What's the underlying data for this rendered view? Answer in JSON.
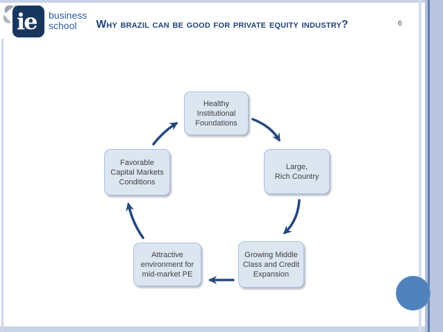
{
  "slide": {
    "title": "Why Brazil can be good for Private Equity Industry?",
    "page_number": "6"
  },
  "logo": {
    "monogram": "ie",
    "name_line1": "business",
    "name_line2": "school"
  },
  "cycle": {
    "direction": "clockwise",
    "nodes": [
      {
        "id": "healthy-institutional-foundations",
        "label": "Healthy\nInstitutional\nFoundations"
      },
      {
        "id": "large-rich-country",
        "label": "Large,\nRich Country"
      },
      {
        "id": "growing-middle-class-credit-expansion",
        "label": "Growing Middle\nClass and Credit\nExpansion"
      },
      {
        "id": "attractive-environment-mid-market-pe",
        "label": "Attractive\nenvironment for\nmid-market PE"
      },
      {
        "id": "favorable-capital-markets-conditions",
        "label": "Favorable\nCapital Markets\nConditions"
      }
    ]
  },
  "colors": {
    "title_text": "#1F4378",
    "arrow": "#26497B",
    "node_fill": "#DCE6F1",
    "node_border": "#A9C1DD",
    "accent_circle": "#4F81BD",
    "frame_strip": "#C9D3E8",
    "sidebar": "#B9C5DF",
    "logo_square": "#17375E",
    "logo_text": "#2E5C9E"
  }
}
